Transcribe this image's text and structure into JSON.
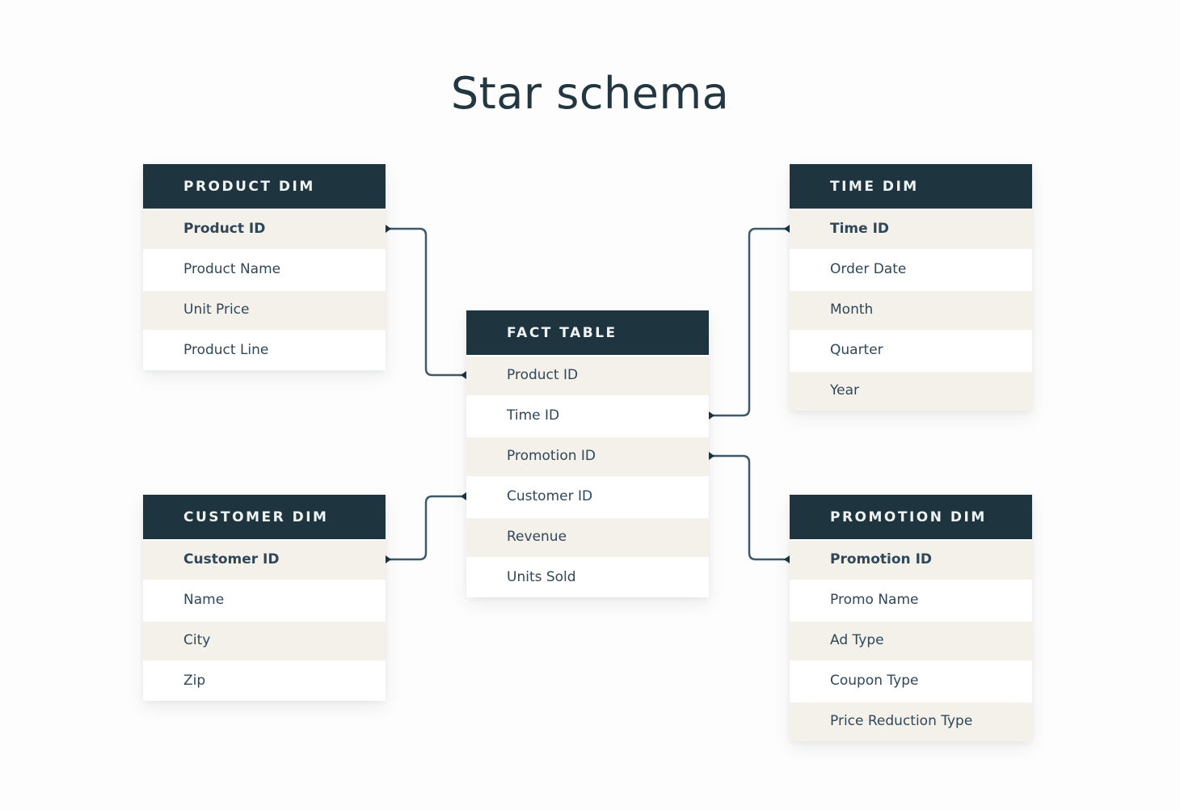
{
  "title": "Star schema",
  "colors": {
    "page_bg": "#FDFDFD",
    "header_bg": "#1E3540",
    "header_text": "#EFF3F4",
    "row_alt": "#F4F1EB",
    "row_white": "#FFFFFF",
    "text": "#2F4759",
    "connector": "#3C5A6A",
    "diamond": "#1C3440",
    "title_color": "#233742"
  },
  "tables": {
    "product_dim": {
      "title": "PRODUCT DIM",
      "rows": [
        "Product ID",
        "Product Name",
        "Unit Price",
        "Product Line"
      ],
      "key_row": "Product ID"
    },
    "time_dim": {
      "title": "TIME DIM",
      "rows": [
        "Time ID",
        "Order Date",
        "Month",
        "Quarter",
        "Year"
      ],
      "key_row": "Time ID"
    },
    "fact_table": {
      "title": "FACT TABLE",
      "rows": [
        "Product ID",
        "Time ID",
        "Promotion ID",
        "Customer ID",
        "Revenue",
        "Units Sold"
      ]
    },
    "customer_dim": {
      "title": "CUSTOMER DIM",
      "rows": [
        "Customer ID",
        "Name",
        "City",
        "Zip"
      ],
      "key_row": "Customer ID"
    },
    "promotion_dim": {
      "title": "PROMOTION DIM",
      "rows": [
        "Promotion ID",
        "Promo Name",
        "Ad Type",
        "Coupon Type",
        "Price Reduction Type"
      ],
      "key_row": "Promotion ID"
    }
  },
  "relationships": [
    {
      "from": "PRODUCT DIM.Product ID",
      "to": "FACT TABLE.Product ID"
    },
    {
      "from": "TIME DIM.Time ID",
      "to": "FACT TABLE.Time ID"
    },
    {
      "from": "PROMOTION DIM.Promotion ID",
      "to": "FACT TABLE.Promotion ID"
    },
    {
      "from": "CUSTOMER DIM.Customer ID",
      "to": "FACT TABLE.Customer ID"
    }
  ]
}
